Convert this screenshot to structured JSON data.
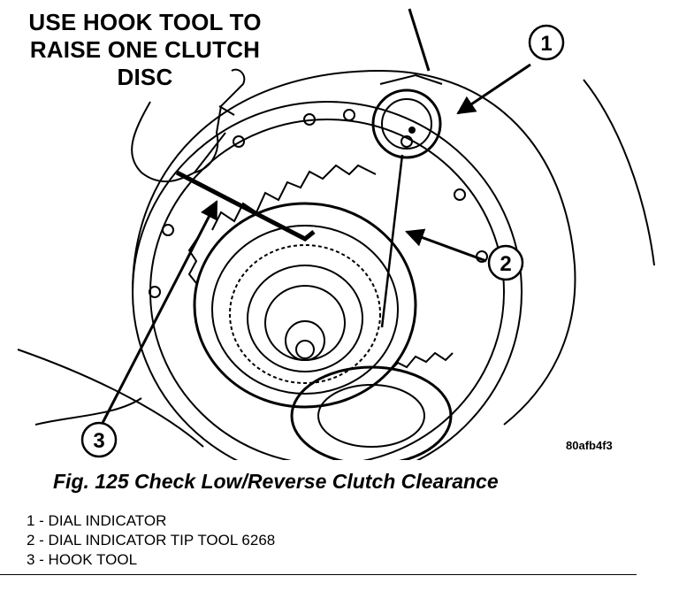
{
  "callout": {
    "instruction": [
      "USE HOOK TOOL TO",
      "RAISE ONE CLUTCH",
      "DISC"
    ]
  },
  "markers": [
    "1",
    "2",
    "3"
  ],
  "image_code": "80afb4f3",
  "caption": "Fig. 125 Check Low/Reverse Clutch Clearance",
  "legend": [
    "1 - DIAL INDICATOR",
    "2 - DIAL INDICATOR TIP TOOL 6268",
    "3 - HOOK TOOL"
  ]
}
